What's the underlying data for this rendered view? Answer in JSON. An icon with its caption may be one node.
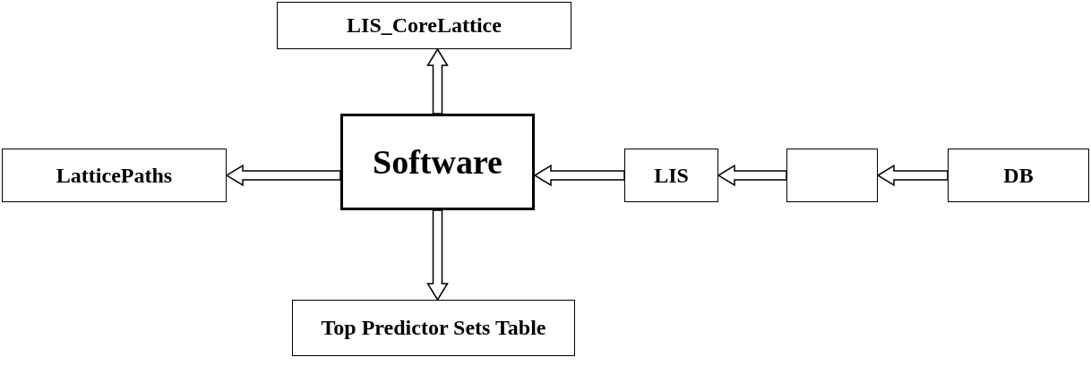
{
  "diagram": {
    "nodes": [
      {
        "text": [
          "LIS_CoreLattice"
        ]
      },
      {
        "text": [
          "Software"
        ]
      },
      {
        "text": [
          "LatticePaths"
        ]
      },
      {
        "text": [
          "LIS"
        ]
      },
      {
        "text": [],
        "shape": "box"
      },
      {
        "text": [
          "DB"
        ]
      },
      {
        "text": [
          "Top Predictor Sets Table"
        ]
      }
    ],
    "edges": [
      {
        "from": 1,
        "to": 0,
        "arrow": "to"
      },
      {
        "from": 1,
        "to": 2,
        "arrow": "to"
      },
      {
        "from": 3,
        "to": 1,
        "arrow": "to"
      },
      {
        "from": 4,
        "to": 3,
        "arrow": "to"
      },
      {
        "from": 5,
        "to": 4,
        "arrow": "to"
      },
      {
        "from": 1,
        "to": 6,
        "arrow": "to"
      }
    ]
  }
}
